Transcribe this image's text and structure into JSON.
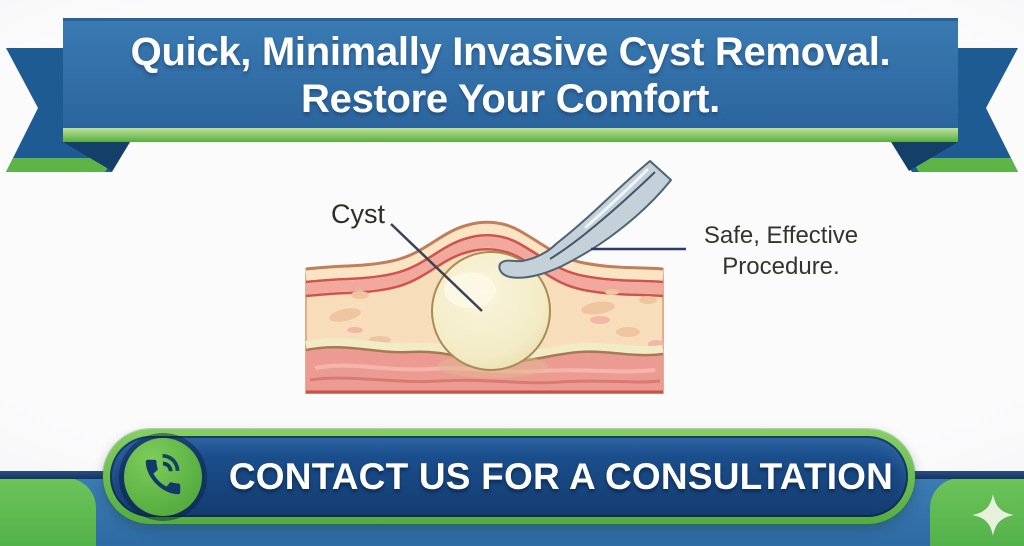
{
  "banner": {
    "headline_line1": "Quick, Minimally Invasive Cyst Removal.",
    "headline_line2": "Restore Your Comfort."
  },
  "diagram": {
    "cyst_label": "Cyst",
    "procedure_label_line1": "Safe, Effective",
    "procedure_label_line2": "Procedure."
  },
  "cta": {
    "label": "CONTACT US FOR A CONSULTATION",
    "phone_icon": "phone-call-icon"
  },
  "decor": {
    "sparkle_icon": "sparkle-icon"
  },
  "colors": {
    "banner_blue": "#2F6CA6",
    "ribbon_green": "#66BB4B",
    "button_navy": "#16406F",
    "band_blue": "#2F6DA8",
    "band_green": "#5FBF53",
    "label_ink": "#34342E",
    "leader_line_navy": "#2E3C68",
    "cyst_fill": "#F5EFCC",
    "skin_peach": "#F7DDBA",
    "muscle_pink": "#EC9B93"
  }
}
